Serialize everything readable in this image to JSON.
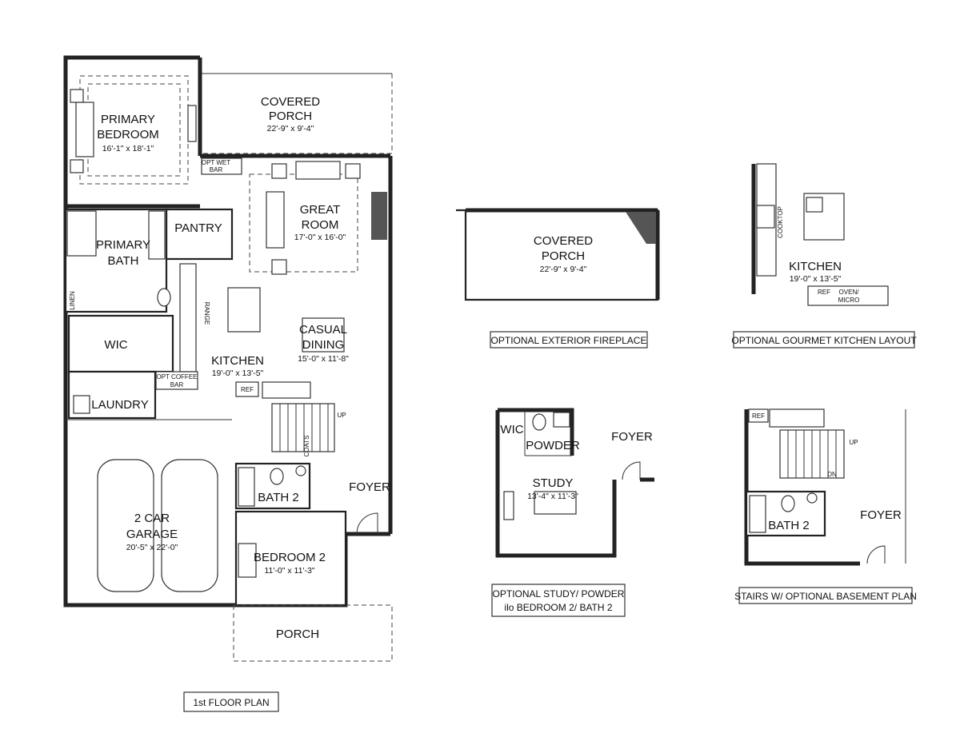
{
  "main_plan": {
    "covered_porch": {
      "name_line1": "COVERED",
      "name_line2": "PORCH",
      "dims": "22'-9\" x 9'-4\""
    },
    "primary_bedroom": {
      "name_line1": "PRIMARY",
      "name_line2": "BEDROOM",
      "dims": "16'-1\" x 18'-1\""
    },
    "opt_wet_bar": {
      "line1": "OPT WET",
      "line2": "BAR"
    },
    "great_room": {
      "name_line1": "GREAT",
      "name_line2": "ROOM",
      "dims": "17'-0\" x 16'-0\""
    },
    "pantry": "PANTRY",
    "primary_bath": {
      "name_line1": "PRIMARY",
      "name_line2": "BATH"
    },
    "linen": "LINEN",
    "range": "RANGE",
    "wic": "WIC",
    "casual_dining": {
      "name_line1": "CASUAL",
      "name_line2": "DINING",
      "dims": "15'-0\" x 11'-8\""
    },
    "kitchen": {
      "name": "KITCHEN",
      "dims": "19'-0\" x 13'-5\""
    },
    "opt_coffee_bar": {
      "line1": "OPT COFFEE",
      "line2": "BAR"
    },
    "laundry": "LAUNDRY",
    "ref": "REF",
    "up": "UP",
    "coats": "COATS",
    "bath2": "BATH 2",
    "foyer": "FOYER",
    "garage": {
      "name_line1": "2 CAR",
      "name_line2": "GARAGE",
      "dims": "20'-5\" x 22'-0\""
    },
    "bedroom2": {
      "name": "BEDROOM 2",
      "dims": "11'-0\" x 11'-3\""
    },
    "porch": "PORCH"
  },
  "opt_fireplace": {
    "porch": {
      "name_line1": "COVERED",
      "name_line2": "PORCH",
      "dims": "22'-9\" x 9'-4\""
    }
  },
  "opt_kitchen": {
    "cooktop": "COOKTOP",
    "name": "KITCHEN",
    "dims": "19'-0\" x 13'-5\"",
    "ref": "REF",
    "oven_line1": "OVEN/",
    "oven_line2": "MICRO"
  },
  "opt_study": {
    "wic": "WIC",
    "powder": "POWDER",
    "foyer": "FOYER",
    "study": {
      "name": "STUDY",
      "dims": "13'-4\" x 11'-3\""
    }
  },
  "opt_stairs": {
    "ref": "REF",
    "up": "UP",
    "dn": "DN",
    "bath2": "BATH 2",
    "foyer": "FOYER"
  },
  "captions": {
    "floor_plan": "1st FLOOR PLAN",
    "exterior_fireplace": "OPTIONAL  EXTERIOR FIREPLACE",
    "gourmet_kitchen": "OPTIONAL  GOURMET KITCHEN LAYOUT",
    "study_line1": "OPTIONAL  STUDY/ POWDER",
    "study_line2": "ilo BEDROOM 2/ BATH 2",
    "stairs_basement": "STAIRS W/ OPTIONAL BASEMENT PLAN"
  }
}
